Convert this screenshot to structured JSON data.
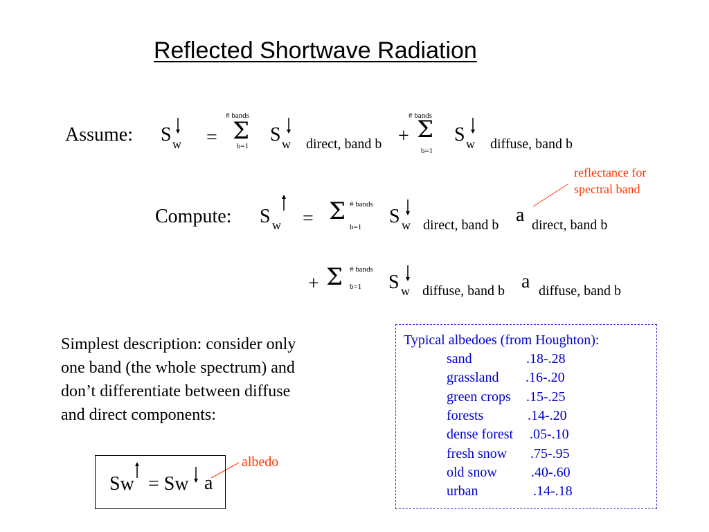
{
  "title": "Reflected Shortwave Radiation",
  "assume": {
    "label": "Assume:",
    "S": "S",
    "w": "w",
    "equals": "=",
    "sigma": "Σ",
    "bands": "# bands",
    "b1": "b=1",
    "direct": "direct, band b",
    "plus": "+",
    "diffuse": "diffuse, band b"
  },
  "compute": {
    "label": "Compute:",
    "S": "S",
    "w": "w",
    "equals": "=",
    "sigma": "Σ",
    "bands": "# bands",
    "b1": "b=1",
    "direct": "direct, band b",
    "a": "a",
    "a_direct": "direct, band b",
    "plus": "+",
    "diffuse": "diffuse, band b",
    "a_diffuse": "diffuse, band b"
  },
  "reflectance_note": [
    "reflectance for",
    "spectral band"
  ],
  "simplest_text": "Simplest description: consider only one band (the whole spectrum) and don’t differentiate between diffuse and direct components:",
  "simple_equation": {
    "left": "Sw",
    "equals": "= Sw",
    "a": "a"
  },
  "albedo_note": "albedo",
  "albedo_table": {
    "heading": "Typical albedoes (from Houghton):",
    "rows": [
      {
        "surface": "sand",
        "range": ".18-.28"
      },
      {
        "surface": "grassland",
        "range": ".16-.20"
      },
      {
        "surface": "green crops",
        "range": ".15-.25"
      },
      {
        "surface": "forests",
        "range": ".14-.20"
      },
      {
        "surface": "dense forest",
        "range": ".05-.10"
      },
      {
        "surface": "fresh snow",
        "range": ".75-.95"
      },
      {
        "surface": "old snow",
        "range": ".40-.60"
      },
      {
        "surface": "urban",
        "range": ".14-.18"
      }
    ]
  },
  "colors": {
    "annotation": "#ff3300",
    "table_text": "#0000cc",
    "table_border": "#3333cc"
  }
}
